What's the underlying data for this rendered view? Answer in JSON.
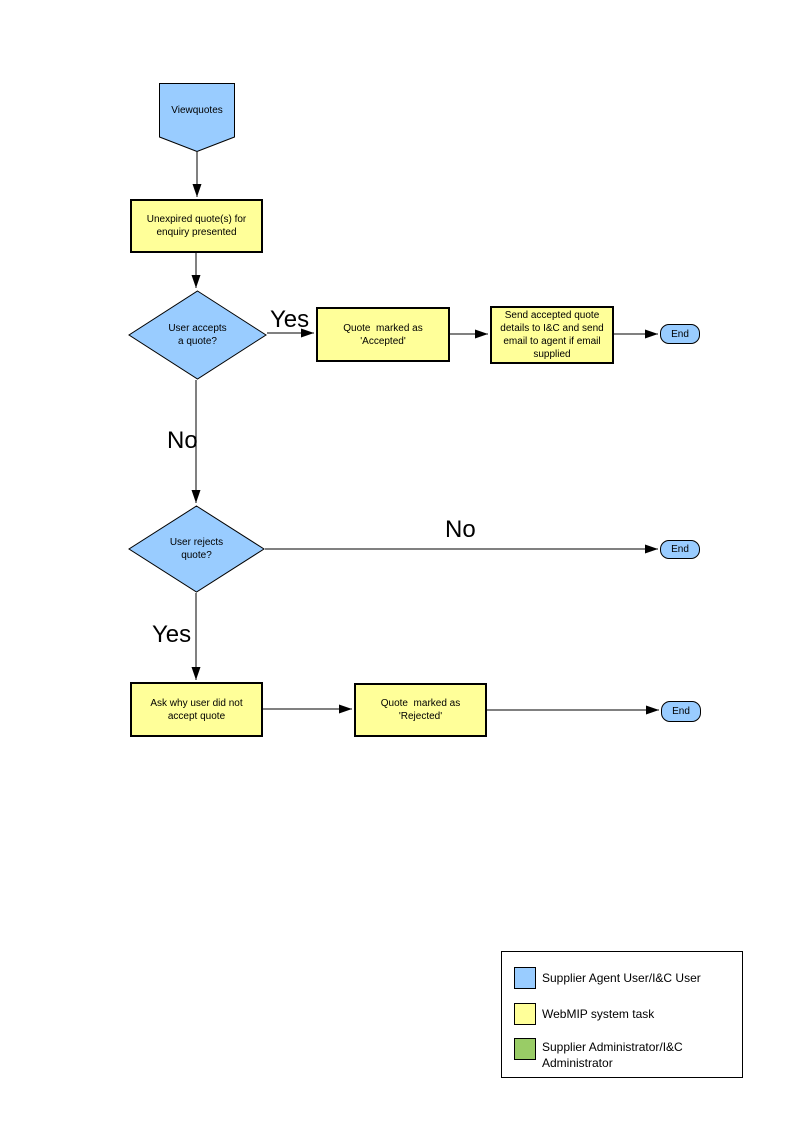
{
  "colors": {
    "actor_fill": "#99CCFF",
    "system_task_fill": "#FFFF99",
    "admin_fill": "#99CC66",
    "line": "#000000"
  },
  "nodes": {
    "start": {
      "label": "Viewquotes"
    },
    "unexpired_quotes": {
      "label": "Unexpired quote(s) for\nenquiry presented"
    },
    "accepts_decision": {
      "label": "User accepts\na quote?"
    },
    "marked_accepted": {
      "label": "Quote  marked as\n'Accepted'"
    },
    "send_details": {
      "label": "Send accepted quote\ndetails to I&C and send\nemail to agent if email\nsupplied"
    },
    "rejects_decision": {
      "label": "User rejects\nquote?"
    },
    "ask_why": {
      "label": "Ask why user did not\naccept quote"
    },
    "marked_rejected": {
      "label": "Quote  marked as\n'Rejected'"
    }
  },
  "edge_labels": {
    "accept_yes": "Yes",
    "accept_no": "No",
    "reject_no": "No",
    "reject_yes": "Yes"
  },
  "terminators": {
    "end_accepted": "End",
    "end_reject_no": "End",
    "end_rejected": "End"
  },
  "legend": {
    "items": [
      {
        "label": "Supplier Agent User/I&C User",
        "color": "#99CCFF"
      },
      {
        "label": "WebMIP system task",
        "color": "#FFFF99"
      },
      {
        "label": "Supplier Administrator/I&C\nAdministrator",
        "color": "#99CC66"
      }
    ]
  }
}
